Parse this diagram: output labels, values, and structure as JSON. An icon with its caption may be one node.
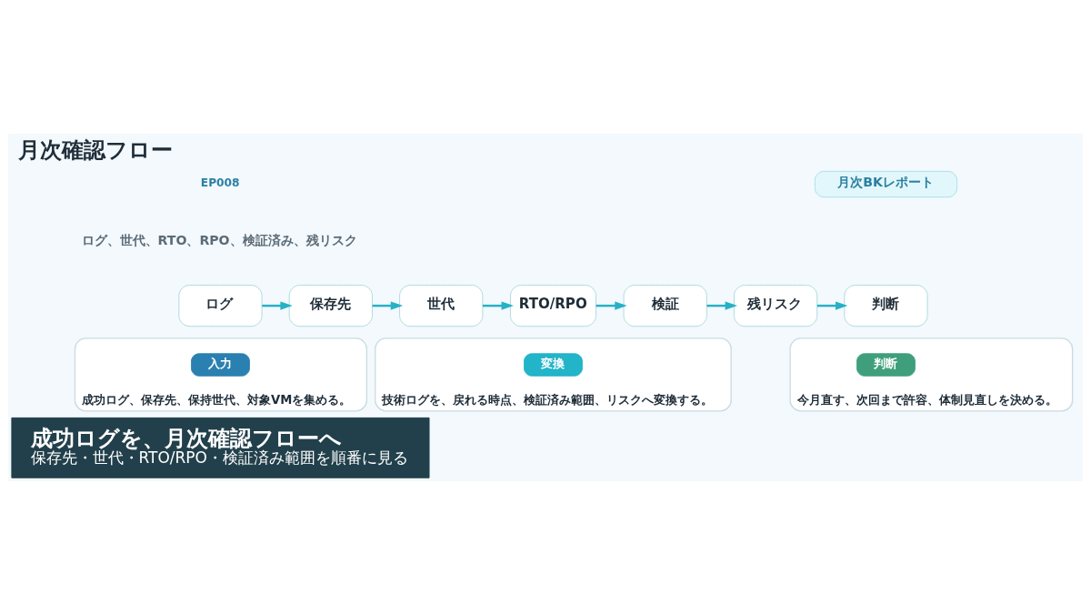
{
  "diagram": {
    "title": "月次確認フロー",
    "nodes": [
      {
        "text": [
          "月次BKレポート"
        ]
      },
      {
        "text": [
          "ログ"
        ]
      },
      {
        "text": [
          "保存先"
        ]
      },
      {
        "text": [
          "世代"
        ]
      },
      {
        "text": [
          "RTO/RPO"
        ]
      },
      {
        "text": [
          "検証"
        ]
      },
      {
        "text": [
          "残リスク"
        ]
      },
      {
        "text": [
          "判断"
        ]
      },
      {
        "text": [
          "成功ログ、保存先、保持世代、対象VMを集める。"
        ]
      },
      {
        "text": [
          "入力"
        ],
        "in": 8
      },
      {
        "text": [
          "技術ログを、戻れる時点、検証済み範囲、リスクへ変換する。"
        ]
      },
      {
        "text": [
          "変換"
        ],
        "in": 10
      },
      {
        "text": [
          "今月直す、次回まで許容、体制見直しを決める。"
        ]
      },
      {
        "text": [
          "判断"
        ],
        "in": 12
      },
      {
        "text": [
          "成功ログを、月次確認フローへ",
          "保存先・世代・RTO/RPO・検証済み範囲を順番に見る"
        ]
      }
    ],
    "edges": [
      {
        "from": 1,
        "to": 2,
        "arrow": "to"
      },
      {
        "from": 2,
        "to": 3,
        "arrow": "to"
      },
      {
        "from": 3,
        "to": 4,
        "arrow": "to"
      },
      {
        "from": 4,
        "to": 5,
        "arrow": "to"
      },
      {
        "from": 5,
        "to": 6,
        "arrow": "to"
      },
      {
        "from": 6,
        "to": 7,
        "arrow": "to"
      }
    ],
    "labels": [
      "EP008",
      "ログ、世代、RTO、RPO、検証済み、残リスク"
    ]
  }
}
